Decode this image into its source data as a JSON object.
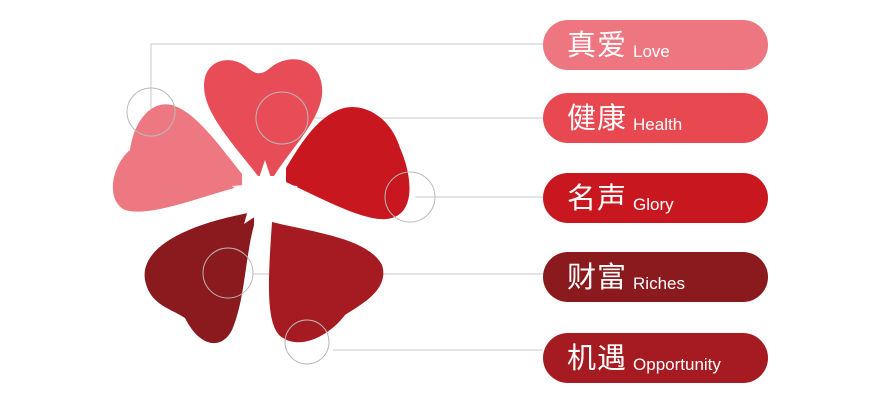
{
  "labels": [
    {
      "cn": "真爱",
      "en": "Love",
      "color": "#EE7680"
    },
    {
      "cn": "健康",
      "en": "Health",
      "color": "#E8484F"
    },
    {
      "cn": "名声",
      "en": "Glory",
      "color": "#C8171E"
    },
    {
      "cn": "财富",
      "en": "Riches",
      "color": "#8A1A1D"
    },
    {
      "cn": "机遇",
      "en": "Opportunity",
      "color": "#A51B21"
    }
  ],
  "flower": {
    "petal_colors": [
      "#E84C56",
      "#EE7882",
      "#C8171E",
      "#8A1A1D",
      "#A51B21"
    ]
  }
}
